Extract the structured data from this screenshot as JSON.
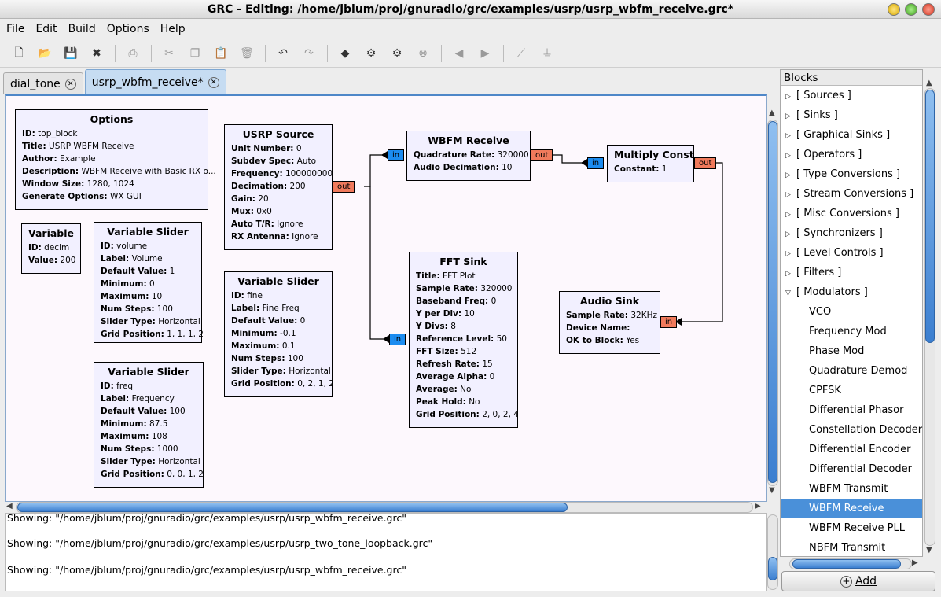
{
  "window": {
    "title": "GRC - Editing: /home/jblum/proj/gnuradio/grc/examples/usrp/usrp_wbfm_receive.grc*"
  },
  "menu": [
    "File",
    "Edit",
    "Build",
    "Options",
    "Help"
  ],
  "toolbar_icons": [
    "new-icon",
    "open-icon",
    "save-icon",
    "close-icon",
    "print-icon",
    "cut-icon",
    "copy-icon",
    "paste-icon",
    "delete-icon",
    "undo-icon",
    "redo-icon",
    "errors-icon",
    "generate-icon",
    "execute-icon",
    "kill-icon",
    "rotate-ccw-icon",
    "rotate-cw-icon",
    "enable-icon",
    "disable-icon"
  ],
  "tabs": [
    {
      "label": "dial_tone",
      "active": false
    },
    {
      "label": "usrp_wbfm_receive*",
      "active": true
    }
  ],
  "blocks": {
    "options": {
      "title": "Options",
      "params": [
        {
          "k": "ID:",
          "v": "top_block"
        },
        {
          "k": "Title:",
          "v": "USRP WBFM Receive"
        },
        {
          "k": "Author:",
          "v": "Example"
        },
        {
          "k": "Description:",
          "v": "WBFM Receive with Basic RX o..."
        },
        {
          "k": "Window Size:",
          "v": "1280, 1024"
        },
        {
          "k": "Generate Options:",
          "v": "WX GUI"
        }
      ]
    },
    "variable": {
      "title": "Variable",
      "params": [
        {
          "k": "ID:",
          "v": "decim"
        },
        {
          "k": "Value:",
          "v": "200"
        }
      ]
    },
    "slider_volume": {
      "title": "Variable Slider",
      "params": [
        {
          "k": "ID:",
          "v": "volume"
        },
        {
          "k": "Label:",
          "v": "Volume"
        },
        {
          "k": "Default Value:",
          "v": "1"
        },
        {
          "k": "Minimum:",
          "v": "0"
        },
        {
          "k": "Maximum:",
          "v": "10"
        },
        {
          "k": "Num Steps:",
          "v": "100"
        },
        {
          "k": "Slider Type:",
          "v": "Horizontal"
        },
        {
          "k": "Grid Position:",
          "v": "1, 1, 1, 2"
        }
      ]
    },
    "slider_freq": {
      "title": "Variable Slider",
      "params": [
        {
          "k": "ID:",
          "v": "freq"
        },
        {
          "k": "Label:",
          "v": "Frequency"
        },
        {
          "k": "Default Value:",
          "v": "100"
        },
        {
          "k": "Minimum:",
          "v": "87.5"
        },
        {
          "k": "Maximum:",
          "v": "108"
        },
        {
          "k": "Num Steps:",
          "v": "1000"
        },
        {
          "k": "Slider Type:",
          "v": "Horizontal"
        },
        {
          "k": "Grid Position:",
          "v": "0, 0, 1, 2"
        }
      ]
    },
    "usrp_source": {
      "title": "USRP Source",
      "params": [
        {
          "k": "Unit Number:",
          "v": "0"
        },
        {
          "k": "Subdev Spec:",
          "v": "Auto"
        },
        {
          "k": "Frequency:",
          "v": "100000000"
        },
        {
          "k": "Decimation:",
          "v": "200"
        },
        {
          "k": "Gain:",
          "v": "20"
        },
        {
          "k": "Mux:",
          "v": "0x0"
        },
        {
          "k": "Auto T/R:",
          "v": "Ignore"
        },
        {
          "k": "RX Antenna:",
          "v": "Ignore"
        }
      ]
    },
    "slider_fine": {
      "title": "Variable Slider",
      "params": [
        {
          "k": "ID:",
          "v": "fine"
        },
        {
          "k": "Label:",
          "v": "Fine Freq"
        },
        {
          "k": "Default Value:",
          "v": "0"
        },
        {
          "k": "Minimum:",
          "v": "-0.1"
        },
        {
          "k": "Maximum:",
          "v": "0.1"
        },
        {
          "k": "Num Steps:",
          "v": "100"
        },
        {
          "k": "Slider Type:",
          "v": "Horizontal"
        },
        {
          "k": "Grid Position:",
          "v": "0, 2, 1, 2"
        }
      ]
    },
    "wbfm_receive": {
      "title": "WBFM Receive",
      "params": [
        {
          "k": "Quadrature Rate:",
          "v": "320000"
        },
        {
          "k": "Audio Decimation:",
          "v": "10"
        }
      ]
    },
    "multiply_const": {
      "title": "Multiply Const",
      "params": [
        {
          "k": "Constant:",
          "v": "1"
        }
      ]
    },
    "fft_sink": {
      "title": "FFT Sink",
      "params": [
        {
          "k": "Title:",
          "v": "FFT Plot"
        },
        {
          "k": "Sample Rate:",
          "v": "320000"
        },
        {
          "k": "Baseband Freq:",
          "v": "0"
        },
        {
          "k": "Y per Div:",
          "v": "10"
        },
        {
          "k": "Y Divs:",
          "v": "8"
        },
        {
          "k": "Reference Level:",
          "v": "50"
        },
        {
          "k": "FFT Size:",
          "v": "512"
        },
        {
          "k": "Refresh Rate:",
          "v": "15"
        },
        {
          "k": "Average Alpha:",
          "v": "0"
        },
        {
          "k": "Average:",
          "v": "No"
        },
        {
          "k": "Peak Hold:",
          "v": "No"
        },
        {
          "k": "Grid Position:",
          "v": "2, 0, 2, 4"
        }
      ]
    },
    "audio_sink": {
      "title": "Audio Sink",
      "params": [
        {
          "k": "Sample Rate:",
          "v": "32KHz"
        },
        {
          "k": "Device Name:",
          "v": ""
        },
        {
          "k": "OK to Block:",
          "v": "Yes"
        }
      ]
    }
  },
  "ports": {
    "in": "in",
    "out": "out"
  },
  "console": [
    "Showing: \"/home/jblum/proj/gnuradio/grc/examples/usrp/usrp_wbfm_receive.grc\"",
    "Showing: \"/home/jblum/proj/gnuradio/grc/examples/usrp/usrp_two_tone_loopback.grc\"",
    "Showing: \"/home/jblum/proj/gnuradio/grc/examples/usrp/usrp_wbfm_receive.grc\""
  ],
  "blocks_panel": {
    "header": "Blocks",
    "categories": [
      "[ Sources ]",
      "[ Sinks ]",
      "[ Graphical Sinks ]",
      "[ Operators ]",
      "[ Type Conversions ]",
      "[ Stream Conversions ]",
      "[ Misc Conversions ]",
      "[ Synchronizers ]",
      "[ Level Controls ]",
      "[ Filters ]"
    ],
    "expanded": "[ Modulators ]",
    "modulators": [
      "VCO",
      "Frequency Mod",
      "Phase Mod",
      "Quadrature Demod",
      "CPFSK",
      "Differential Phasor",
      "Constellation Decoder",
      "Differential Encoder",
      "Differential Decoder",
      "WBFM Transmit",
      "WBFM Receive",
      "WBFM Receive PLL",
      "NBFM Transmit"
    ],
    "selected": "WBFM Receive",
    "add_label": "Add"
  }
}
